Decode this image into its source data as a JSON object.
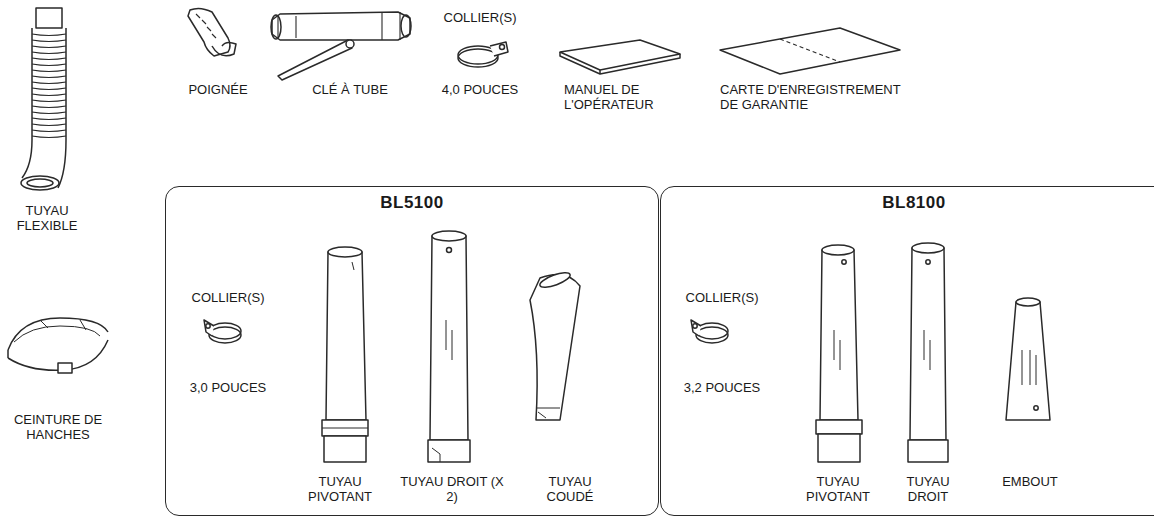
{
  "diagram": {
    "nodes": [
      {
        "text": [
          "BL5100"
        ]
      },
      {
        "text": [
          "BL8100"
        ]
      }
    ],
    "labels": [
      "TUYAU FLEXIBLE",
      "POIGNÉE",
      "CLÉ À TUBE",
      "COLLIER(S)",
      "4,0 POUCES",
      "MANUEL DE L'OPÉRATEUR",
      "CARTE D'ENREGISTREMENT DE GARANTIE",
      "CEINTURE DE HANCHES",
      "COLLIER(S)",
      "3,0 POUCES",
      "TUYAU PIVOTANT",
      "TUYAU DROIT (X 2)",
      "TUYAU COUDÉ",
      "COLLIER(S)",
      "3,2 POUCES",
      "TUYAU PIVOTANT",
      "TUYAU DROIT",
      "EMBOUT"
    ]
  }
}
